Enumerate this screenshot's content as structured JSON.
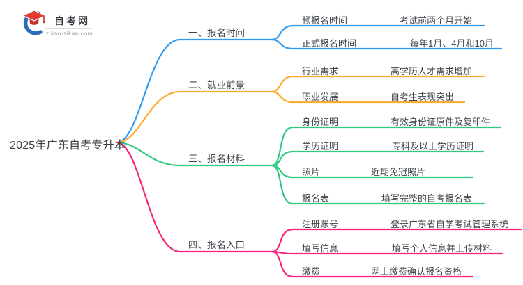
{
  "logo": {
    "site_name": "自考网",
    "site_domain": "zikao-zikao.com",
    "icon": "graduation-cap-icon"
  },
  "root": {
    "title": "2025年广东自考专升本"
  },
  "colors": {
    "branch_blue": "#2f9bf0",
    "branch_orange": "#fbac2c",
    "branch_green": "#33c882",
    "branch_pink": "#f8237c",
    "logo_blue": "#2b6bb8",
    "logo_red": "#e23c32",
    "logo_red_dark": "#c5332d",
    "text_dark": "#3f454b",
    "text_grey": "#9aa0a8"
  },
  "branches": [
    {
      "label": "一、报名时间",
      "children": [
        {
          "label": "预报名时间",
          "value": "考试前两个月开始"
        },
        {
          "label": "正式报名时间",
          "value": "每年1月、4月和10月"
        }
      ]
    },
    {
      "label": "二、就业前景",
      "children": [
        {
          "label": "行业需求",
          "value": "高学历人才需求增加"
        },
        {
          "label": "职业发展",
          "value": "自考生表现突出"
        }
      ]
    },
    {
      "label": "三、报名材料",
      "children": [
        {
          "label": "身份证明",
          "value": "有效身份证原件及复印件"
        },
        {
          "label": "学历证明",
          "value": "专科及以上学历证明"
        },
        {
          "label": "照片",
          "value": "近期免冠照片"
        },
        {
          "label": "报名表",
          "value": "填写完整的自考报名表"
        }
      ]
    },
    {
      "label": "四、报名入口",
      "children": [
        {
          "label": "注册账号",
          "value": "登录广东省自学考试管理系统"
        },
        {
          "label": "填写信息",
          "value": "填写个人信息并上传材料"
        },
        {
          "label": "缴费",
          "value": "网上缴费确认报名资格"
        }
      ]
    }
  ]
}
